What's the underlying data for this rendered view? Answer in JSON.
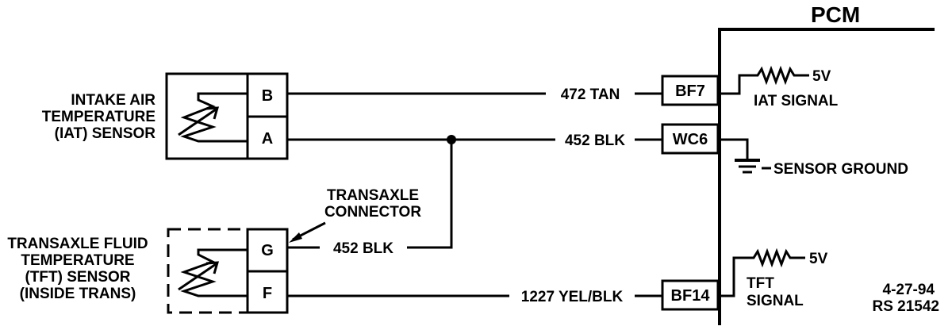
{
  "pcm": {
    "label": "PCM"
  },
  "iat_sensor": {
    "label_lines": [
      "INTAKE AIR",
      "TEMPERATURE",
      "(IAT) SENSOR"
    ],
    "pins": [
      "B",
      "A"
    ]
  },
  "tft_sensor": {
    "label_lines": [
      "TRANSAXLE FLUID",
      "TEMPERATURE",
      "(TFT) SENSOR",
      "(INSIDE TRANS)"
    ],
    "pins": [
      "G",
      "F"
    ]
  },
  "transaxle_connector": {
    "label_lines": [
      "TRANSAXLE",
      "CONNECTOR"
    ]
  },
  "wires": {
    "iat_signal_wire": "472 TAN",
    "ground_wire": "452 BLK",
    "tft_ground_wire": "452 BLK",
    "tft_signal_wire": "1227 YEL/BLK"
  },
  "pcm_terminals": {
    "iat_signal": "BF7",
    "sensor_ground": "WC6",
    "tft_signal": "BF14"
  },
  "pcm_internal": {
    "iat_ref": "5V",
    "iat_signal_label": "IAT SIGNAL",
    "sensor_ground_label": "SENSOR GROUND",
    "tft_ref": "5V",
    "tft_signal_lines": [
      "TFT",
      "SIGNAL"
    ]
  },
  "footer": {
    "date": "4-27-94",
    "ref": "RS 21542"
  }
}
